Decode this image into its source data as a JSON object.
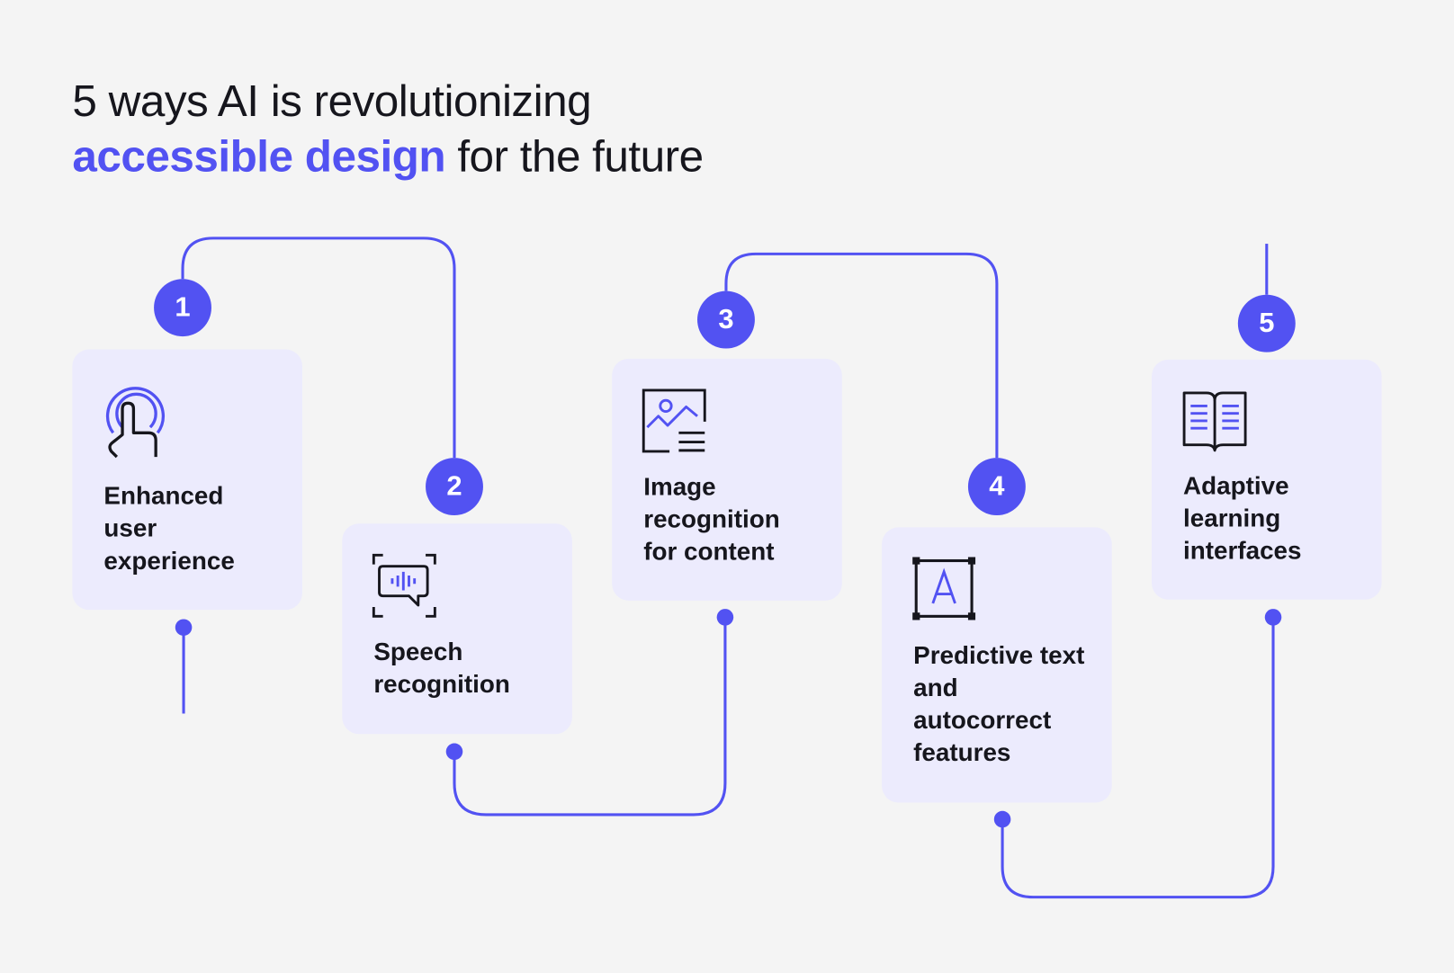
{
  "title": {
    "line1": "5 ways AI is revolutionizing",
    "accent": "accessible design",
    "rest": " for the future"
  },
  "steps": [
    {
      "number": "1",
      "label": "Enhanced user experience",
      "icon": "touch-gesture-icon"
    },
    {
      "number": "2",
      "label": "Speech recognition",
      "icon": "speech-recognition-icon"
    },
    {
      "number": "3",
      "label": "Image recognition for content",
      "icon": "image-recognition-icon"
    },
    {
      "number": "4",
      "label": "Predictive text and autocorrect features",
      "icon": "text-box-icon"
    },
    {
      "number": "5",
      "label": "Adaptive learning interfaces",
      "icon": "open-book-icon"
    }
  ],
  "colors": {
    "accent": "#5252F2",
    "card": "#ECEBFD",
    "background": "#F4F4F4",
    "text": "#16161D"
  }
}
